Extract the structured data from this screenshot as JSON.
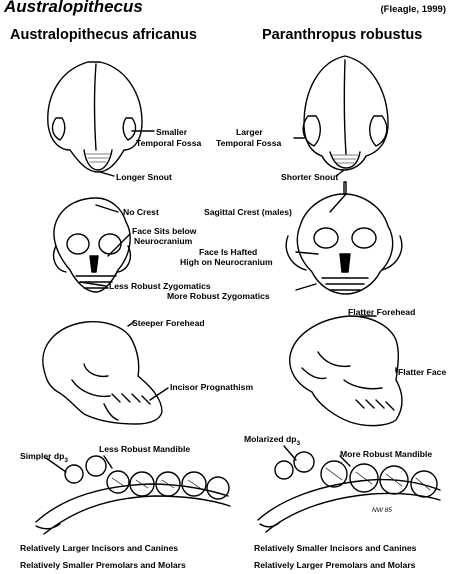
{
  "title": "Australopithecus",
  "citation": "(Fleagle, 1999)",
  "left_header": "Australopithecus  africanus",
  "right_header": "Paranthropus  robustus",
  "labels": {
    "smaller": "Smaller",
    "temporal_fossa_left": "Temporal Fossa",
    "larger": "Larger",
    "temporal_fossa_right": "Temporal Fossa",
    "longer_snout": "Longer Snout",
    "shorter_snout": "Shorter Snout",
    "no_crest": "No Crest",
    "sagittal_crest": "Sagittal Crest (males)",
    "face_sits_1": "Face Sits below",
    "face_sits_2": "Neurocranium",
    "face_hafted_1": "Face Is Hafted",
    "face_hafted_2": "High on Neurocranium",
    "less_robust_zygomatics": "Less Robust Zygomatics",
    "more_robust_zygomatics": "More Robust Zygomatics",
    "steeper_forehead": "Steeper Forehead",
    "flatter_forehead": "Flatter Forehead",
    "flatter_face": "Flatter Face",
    "incisor_prognathism": "Incisor Prognathism",
    "less_robust_mandible": "Less Robust Mandible",
    "more_robust_mandible": "More Robust Mandible",
    "simpler_dp": "Simpler dp",
    "simpler_dp_sub": "3",
    "molarized_dp": "Molarized dp",
    "molarized_dp_sub": "3",
    "left_bottom_1": "Relatively Larger Incisors and Canines",
    "left_bottom_2": "Relatively Smaller Premolars and Molars",
    "right_bottom_1": "Relatively Smaller Incisors and Canines",
    "right_bottom_2": "Relatively Larger Premolars and Molars",
    "artist_initials": "NW 85"
  },
  "icons": [
    "skull-top-view",
    "skull-front-view",
    "skull-side-view",
    "dental-arcade"
  ]
}
